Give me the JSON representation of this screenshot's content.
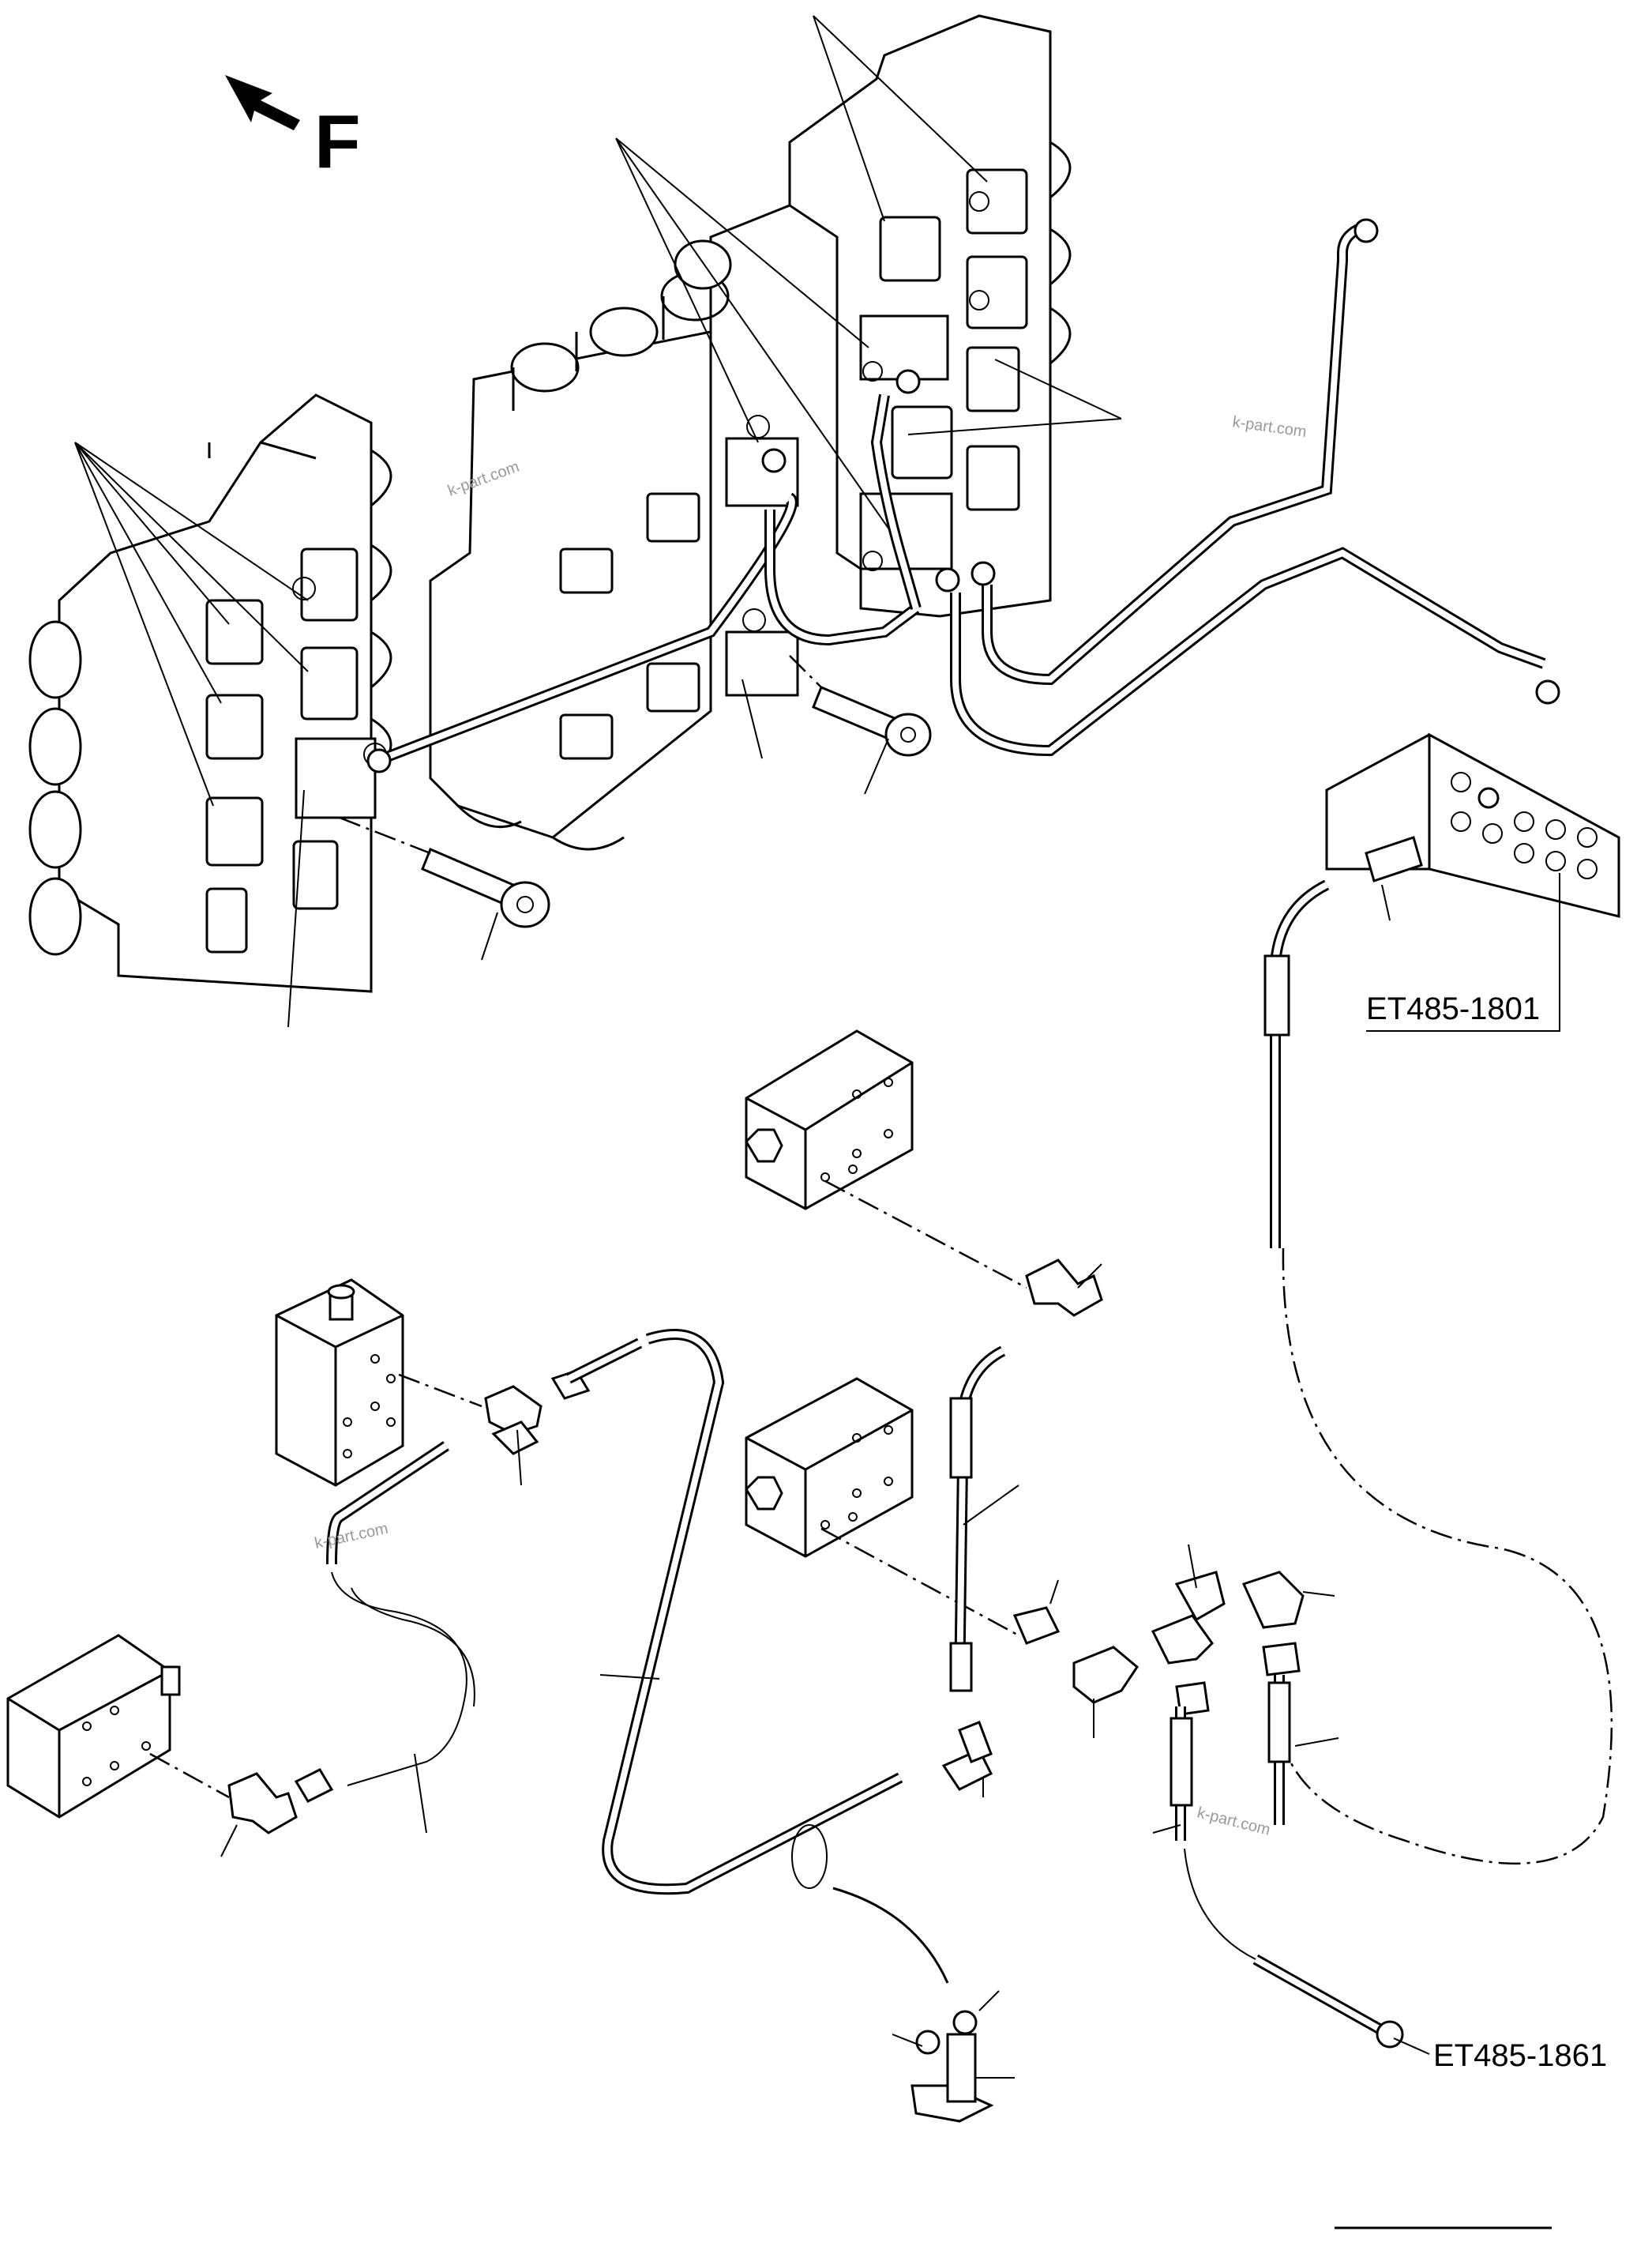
{
  "references": {
    "top_right": "ET485-1801",
    "bottom_right": "ET485-1861"
  },
  "direction_marker": {
    "label": "F",
    "icon": "front-arrow-icon"
  },
  "watermark": "k-part.com"
}
